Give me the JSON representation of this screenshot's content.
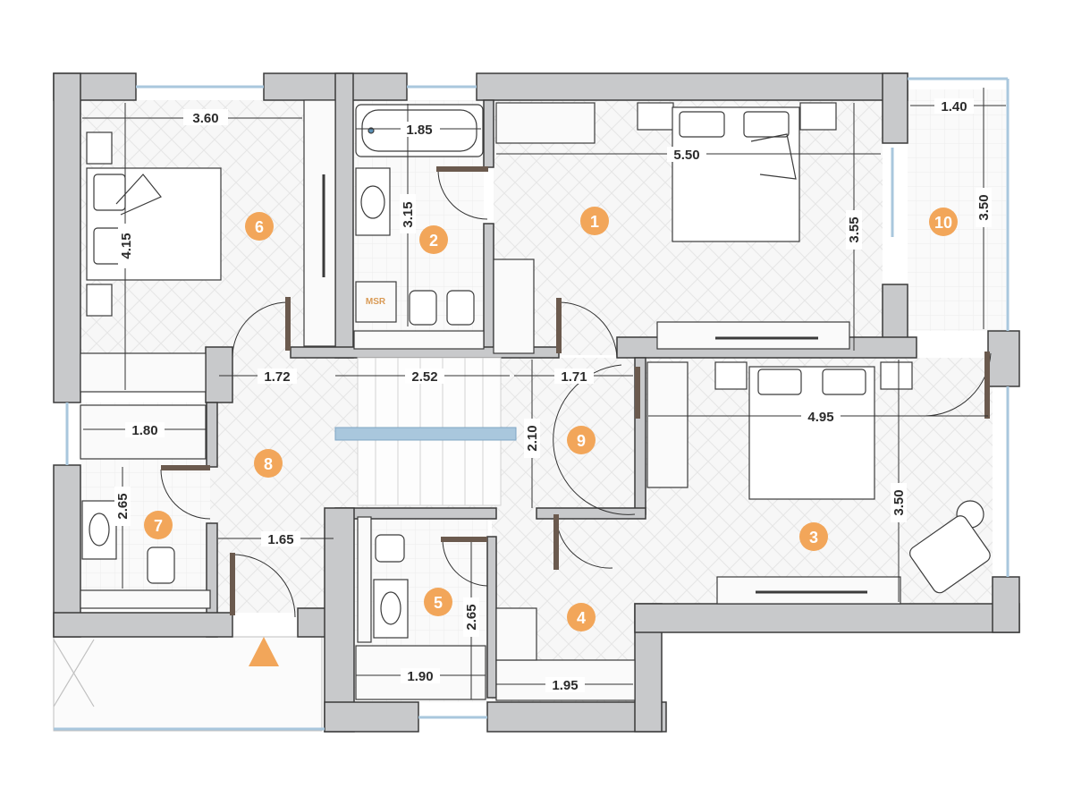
{
  "colors": {
    "wall": "#c8c9cb",
    "wall_edge": "#3b3b3b",
    "floor": "#f7f7f7",
    "badge": "#f2a65a",
    "window": "#a9c7dd",
    "door": "#6b5a4e",
    "line": "#333333"
  },
  "rooms": [
    {
      "id": "1",
      "label": "1"
    },
    {
      "id": "2",
      "label": "2"
    },
    {
      "id": "3",
      "label": "3"
    },
    {
      "id": "4",
      "label": "4"
    },
    {
      "id": "5",
      "label": "5"
    },
    {
      "id": "6",
      "label": "6"
    },
    {
      "id": "7",
      "label": "7"
    },
    {
      "id": "8",
      "label": "8"
    },
    {
      "id": "9",
      "label": "9"
    },
    {
      "id": "10",
      "label": "10"
    }
  ],
  "dimensions": {
    "r6_width": "3.60",
    "r6_height": "4.15",
    "r2_width": "1.85",
    "r2_height": "3.15",
    "r1_width": "5.50",
    "r1_height": "3.55",
    "r10_width": "1.40",
    "r10_height": "3.50",
    "hall_left": "1.72",
    "hall_mid": "2.52",
    "hall_right": "1.71",
    "r9_height": "2.10",
    "r3_width": "4.95",
    "r3_height": "3.50",
    "r7_width": "1.80",
    "r7_height": "2.65",
    "corridor_width": "1.65",
    "r5_height": "2.65",
    "r5_width": "1.90",
    "r4_width": "1.95"
  },
  "fixture_labels": {
    "msr": "MSR"
  },
  "icons": {
    "entrance": "entrance-arrow-icon",
    "bed": "double-bed-icon",
    "toilet": "toilet-icon",
    "sink": "sink-icon",
    "bathtub": "bathtub-icon",
    "shower": "shower-icon",
    "armchair": "armchair-icon"
  }
}
